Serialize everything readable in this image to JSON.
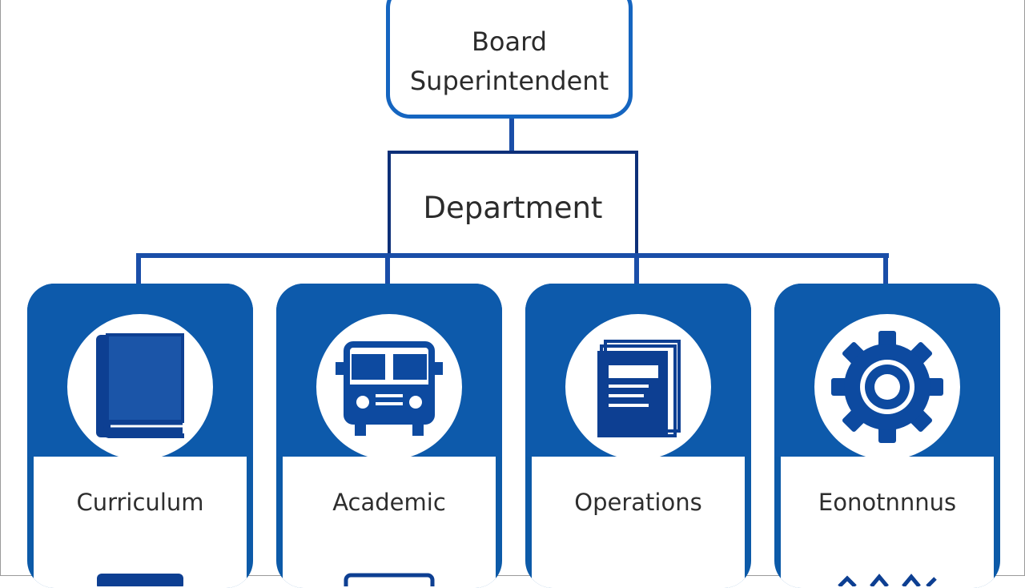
{
  "root": {
    "line1": "Board",
    "line2": "Superintendent"
  },
  "department": {
    "label": "Department"
  },
  "cards": [
    {
      "label": "Curriculum",
      "icon": "book-icon"
    },
    {
      "label": "Academic",
      "icon": "bus-icon"
    },
    {
      "label": "Operations",
      "icon": "documents-icon"
    },
    {
      "label": "Eonotnnnus",
      "icon": "gear-icon"
    }
  ],
  "colors": {
    "primary": "#0d5aab",
    "dark": "#0d2f78",
    "accent": "#1565c0"
  }
}
